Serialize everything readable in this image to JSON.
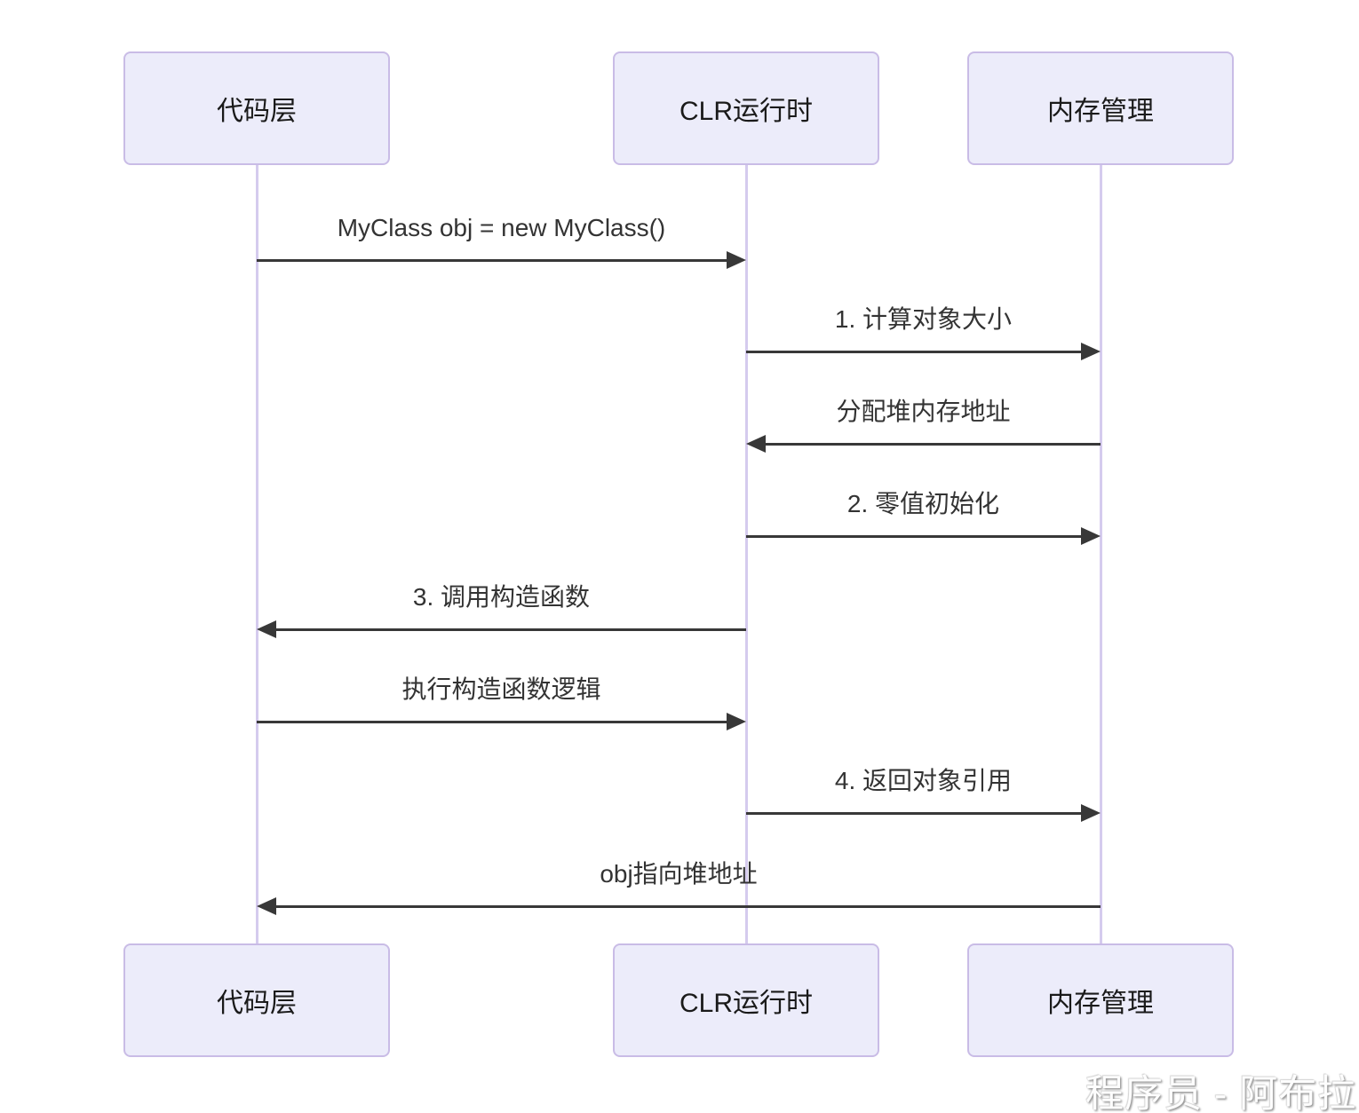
{
  "participants": [
    {
      "id": "code-layer",
      "label": "代码层"
    },
    {
      "id": "clr-runtime",
      "label": "CLR运行时"
    },
    {
      "id": "memory-management",
      "label": "内存管理"
    }
  ],
  "messages": [
    {
      "text": "MyClass obj = new MyClass()",
      "from": 0,
      "to": 1
    },
    {
      "text": "1. 计算对象大小",
      "from": 1,
      "to": 2
    },
    {
      "text": "分配堆内存地址",
      "from": 2,
      "to": 1
    },
    {
      "text": "2. 零值初始化",
      "from": 1,
      "to": 2
    },
    {
      "text": "3. 调用构造函数",
      "from": 1,
      "to": 0
    },
    {
      "text": "执行构造函数逻辑",
      "from": 0,
      "to": 1
    },
    {
      "text": "4. 返回对象引用",
      "from": 1,
      "to": 2
    },
    {
      "text": "obj指向堆地址",
      "from": 2,
      "to": 0
    }
  ],
  "watermark": {
    "text": "程序员 - 阿布拉"
  },
  "colors": {
    "bg": "#ffffff",
    "actor_fill": "#ECECFA",
    "actor_border": "#C9BCE6",
    "actor_text": "#1a1a1a",
    "lifeline": "#D5CBEE",
    "arrow": "#383838",
    "message_text": "#333333"
  }
}
